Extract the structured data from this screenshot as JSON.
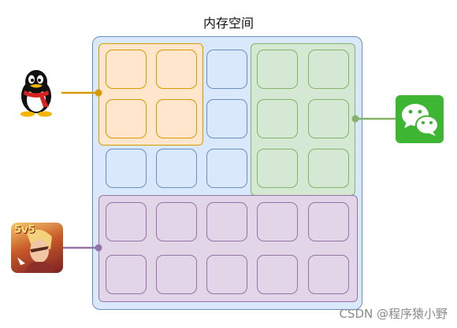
{
  "title": "内存空间",
  "apps": {
    "qq": {
      "icon": "qq-penguin-icon",
      "color": "#d79b00"
    },
    "wechat": {
      "icon": "wechat-icon",
      "color": "#82b366"
    },
    "game": {
      "icon": "game-app-icon",
      "color": "#9673a6",
      "badge": "5v5"
    }
  },
  "colors": {
    "memory": "#dae8fc",
    "memory_border": "#6c8ebf",
    "qq_region": "#ffe6cc",
    "wechat_region": "#d5e8d4",
    "game_region": "#e1d5e7"
  },
  "watermark": "CSDN @程序猿小野"
}
